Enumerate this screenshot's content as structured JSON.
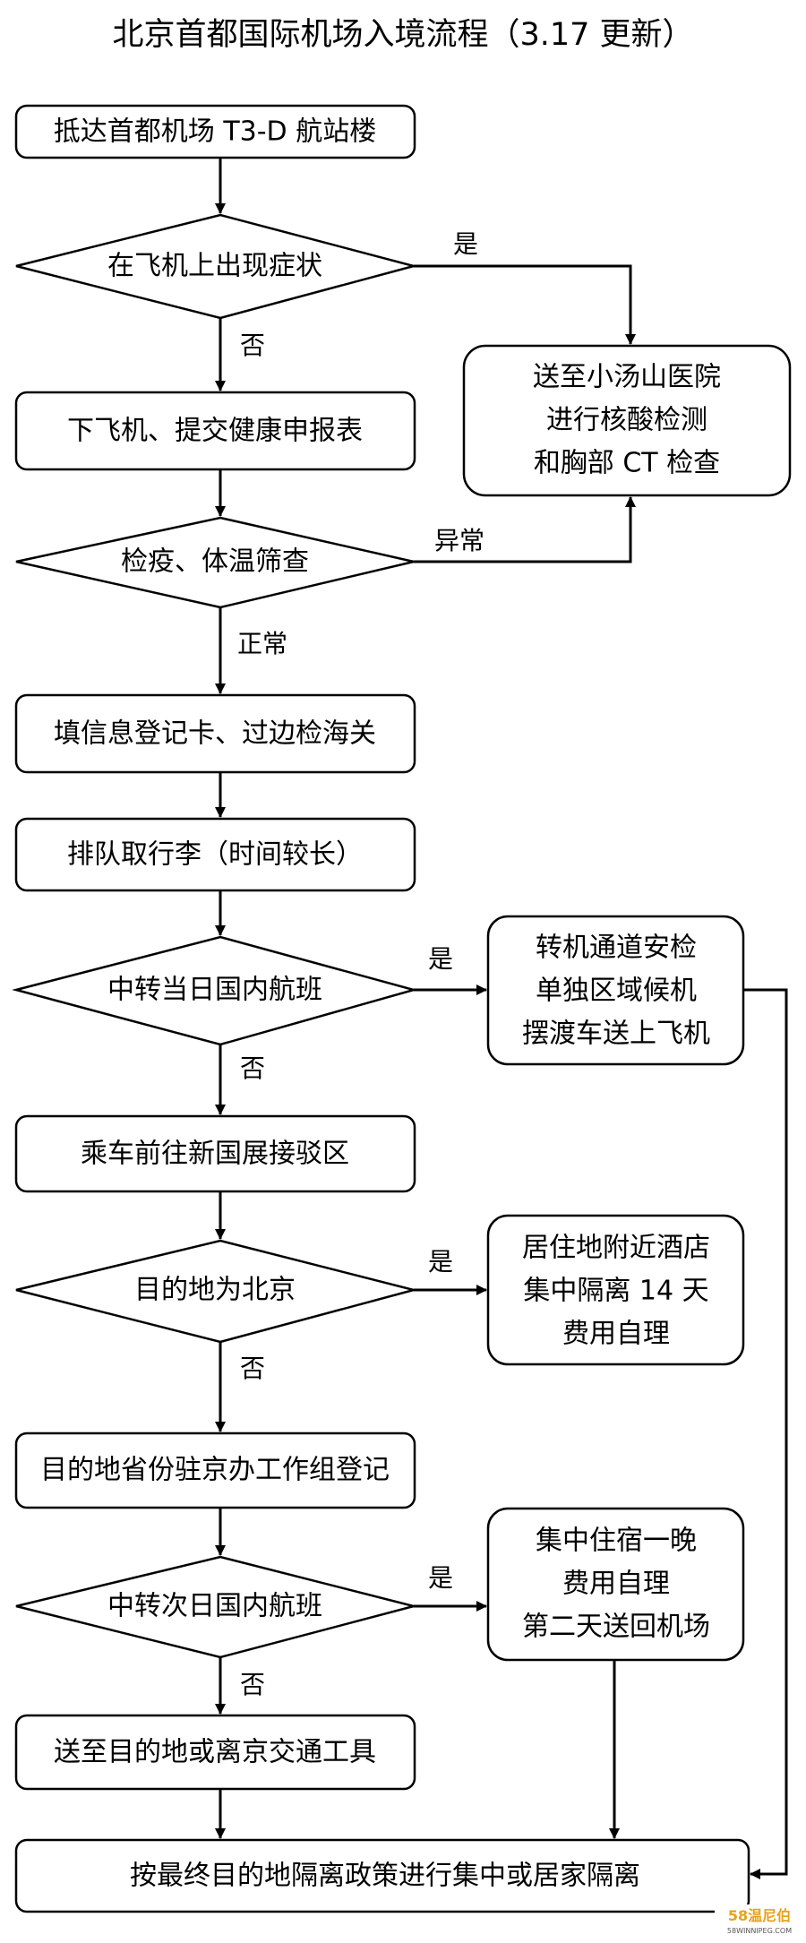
{
  "title": "北京首都国际机场入境流程（3.17 更新）",
  "nodes": {
    "n1": "抵达首都机场 T3-D 航站楼",
    "d1": "在飞机上出现症状",
    "n2": "下飞机、提交健康申报表",
    "d2": "检疫、体温筛查",
    "n3": "填信息登记卡、过边检海关",
    "n4": "排队取行李（时间较长）",
    "d3": "中转当日国内航班",
    "n5": "乘车前往新国展接驳区",
    "d4": "目的地为北京",
    "n6": "目的地省份驻京办工作组登记",
    "d5": "中转次日国内航班",
    "n7": "送至目的地或离京交通工具",
    "n8": "按最终目的地隔离政策进行集中或居家隔离",
    "s1": [
      "送至小汤山医院",
      "进行核酸检测",
      "和胸部 CT 检查"
    ],
    "s2": [
      "转机通道安检",
      "单独区域候机",
      "摆渡车送上飞机"
    ],
    "s3": [
      "居住地附近酒店",
      "集中隔离 14 天",
      "费用自理"
    ],
    "s4": [
      "集中住宿一晚",
      "费用自理",
      "第二天送回机场"
    ]
  },
  "edges": {
    "yes": "是",
    "no": "否",
    "abnormal": "异常",
    "normal": "正常"
  },
  "watermark": {
    "main": "58温尼伯",
    "sub": "58WINNIPEG.COM"
  }
}
